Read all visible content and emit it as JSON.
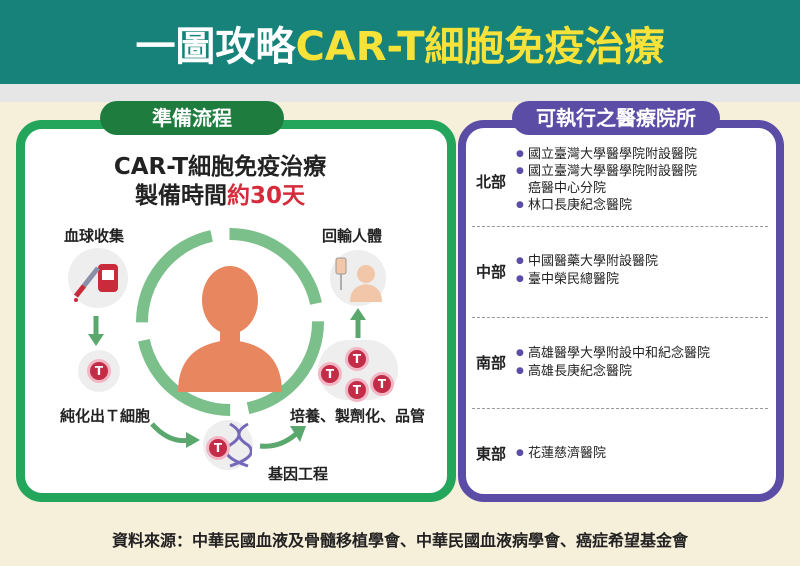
{
  "title": {
    "main": "一圖攻略",
    "highlight": "CAR-T細胞免疫治療"
  },
  "left": {
    "pill": "準備流程",
    "heading_line1": "CAR-T細胞免疫治療",
    "heading_line2_prefix": "製備時間",
    "heading_line2_red": "約30天",
    "steps": {
      "collect": "血球收集",
      "return": "回輸人體",
      "purify": "純化出Ｔ細胞",
      "culture": "培養、製劑化、品管",
      "gene": "基因工程"
    },
    "t_label": "T"
  },
  "right": {
    "pill": "可執行之醫療院所",
    "north": "北部",
    "north_1": "國立臺灣大學醫學院附設醫院",
    "north_2": "國立臺灣大學醫學院附設醫院",
    "north_2b": "癌醫中心分院",
    "north_3": "林口長庚紀念醫院",
    "central": "中部",
    "central_1": "中國醫藥大學附設醫院",
    "central_2": "臺中榮民總醫院",
    "south": "南部",
    "south_1": "高雄醫學大學附設中和紀念醫院",
    "south_2": "高雄長庚紀念醫院",
    "east": "東部",
    "east_1": "花蓮慈濟醫院"
  },
  "footer": "資料來源：中華民國血液及骨髓移植學會、中華民國血液病學會、癌症希望基金會",
  "colors": {
    "banner": "#17827a",
    "green": "#23a55c",
    "purple": "#5b4da6",
    "red": "#d52b3a",
    "yellow": "#f7e23a"
  }
}
